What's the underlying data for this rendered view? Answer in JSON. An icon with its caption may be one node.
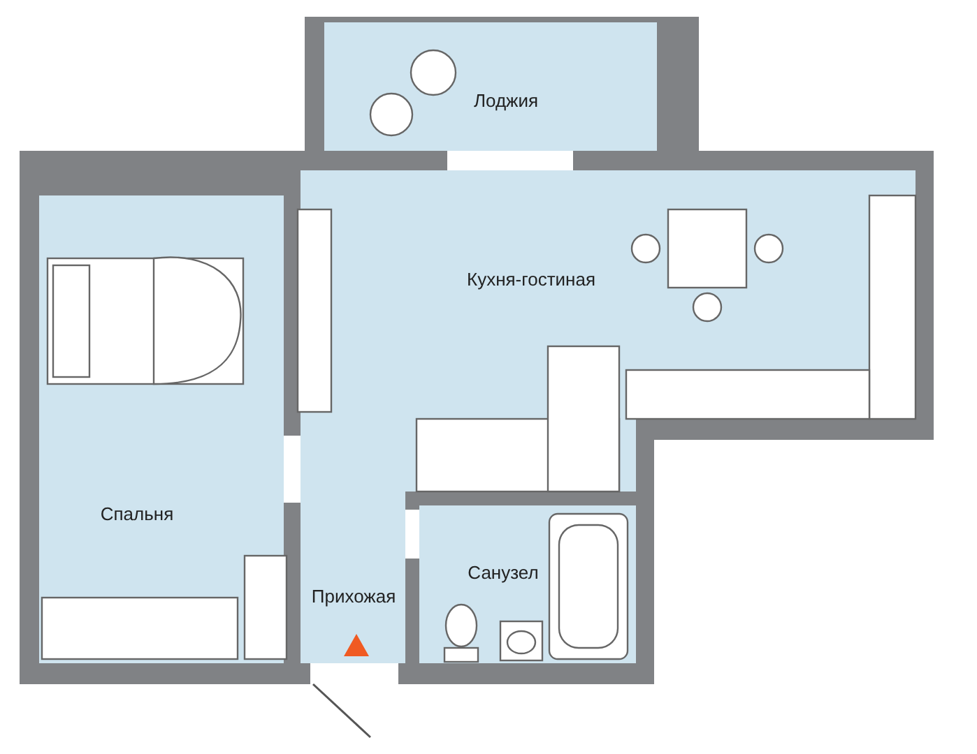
{
  "diagram": {
    "nodes": [
      {
        "text": [
          "Лоджия"
        ]
      },
      {
        "text": [
          "Кухня-гостиная"
        ]
      },
      {
        "text": [
          "Спальня"
        ]
      },
      {
        "text": [
          "Прихожая"
        ]
      },
      {
        "text": [
          "Санузел"
        ]
      }
    ],
    "edges": []
  }
}
